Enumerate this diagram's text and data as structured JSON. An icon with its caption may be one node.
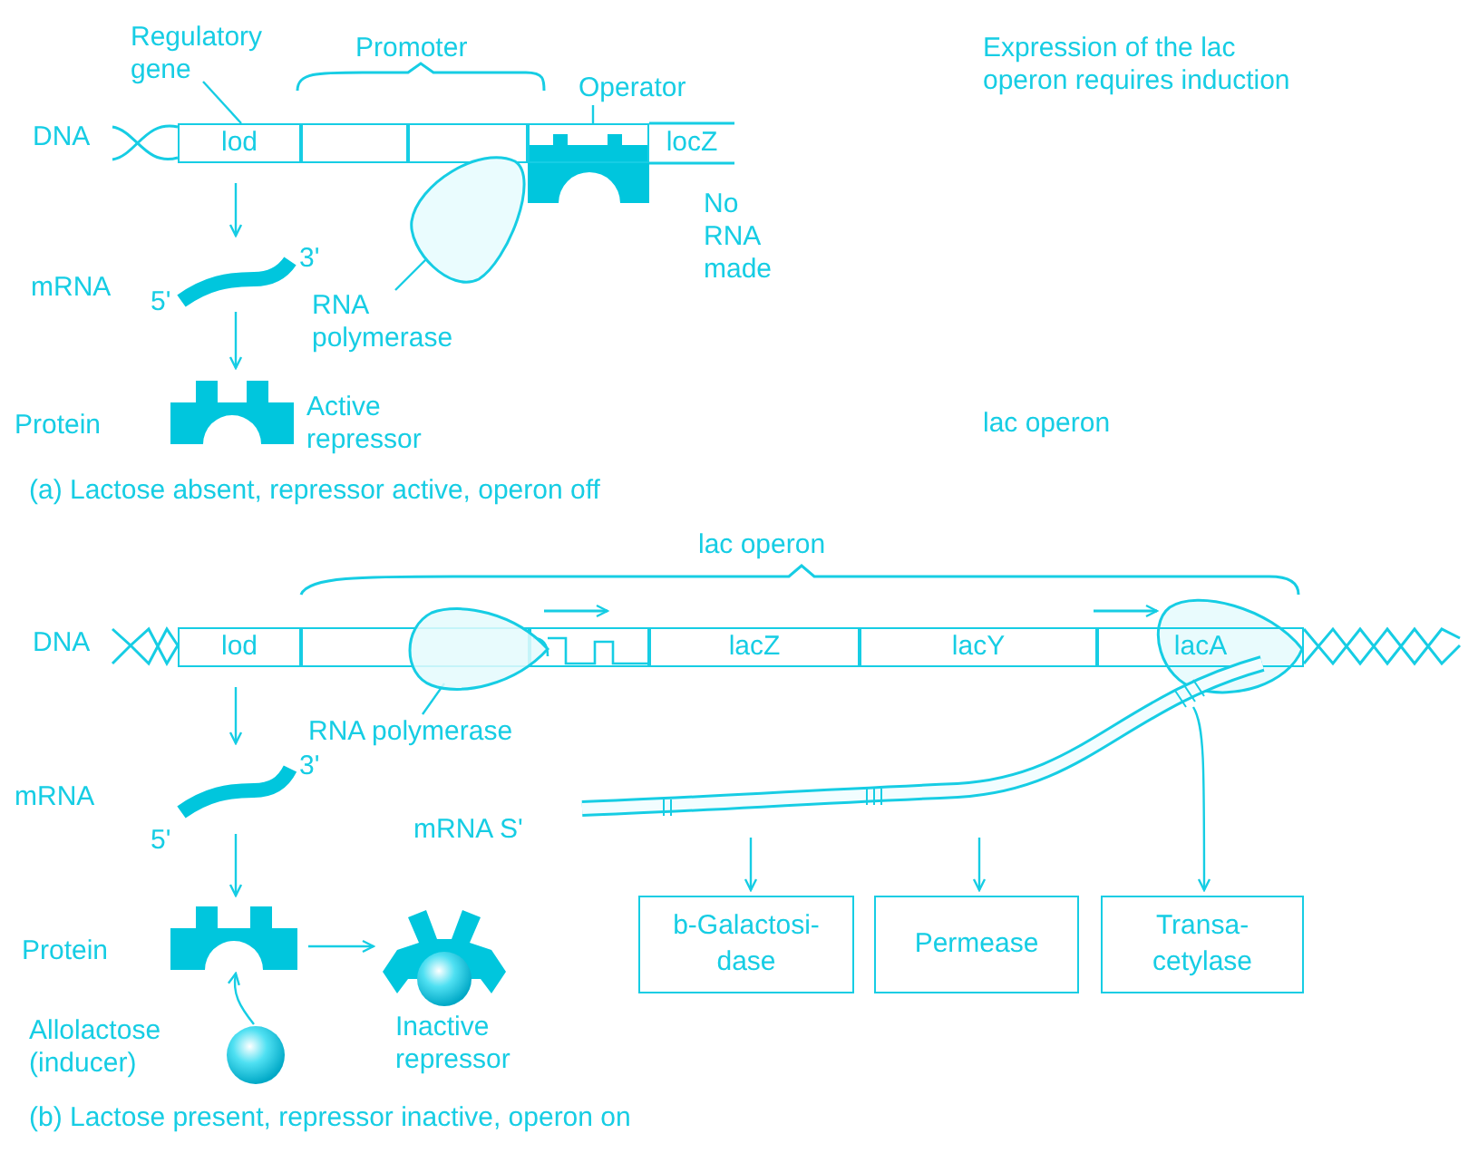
{
  "diagram": {
    "nodes": [
      {
        "text": [
          "lod"
        ]
      },
      {
        "text": [],
        "shape": "box"
      },
      {
        "text": [],
        "shape": "box"
      },
      {
        "text": [],
        "shape": "box"
      },
      {
        "text": [
          "locZ"
        ]
      },
      {
        "text": [
          "Regulatory gene"
        ]
      },
      {
        "text": [
          "Operator"
        ]
      },
      {
        "text": [],
        "shape": "picture"
      },
      {
        "text": [
          "RNA polymerase"
        ]
      },
      {
        "text": [],
        "shape": "bar",
        "beside": [
          "3'",
          "5'"
        ]
      },
      {
        "text": [],
        "shape": "picture",
        "beside": [
          "Active repressor"
        ]
      },
      {
        "text": [
          "lod"
        ]
      },
      {
        "text": [],
        "shape": "box"
      },
      {
        "text": [],
        "shape": "box"
      },
      {
        "text": [
          "lacZ"
        ]
      },
      {
        "text": [
          "lacY"
        ]
      },
      {
        "text": [
          "lacA"
        ]
      },
      {
        "text": [],
        "shape": "picture"
      },
      {
        "text": [
          "RNA polymerase"
        ]
      },
      {
        "text": [],
        "shape": "bar",
        "beside": [
          "3'",
          "5'"
        ]
      },
      {
        "text": [],
        "shape": "picture"
      },
      {
        "text": [],
        "shape": "circle",
        "beside": [
          "Allolactose (inducer)"
        ]
      },
      {
        "text": [],
        "shape": "picture",
        "beside": [
          "Inactive repressor"
        ]
      },
      {
        "text": [],
        "shape": "bar",
        "beside": [
          "mRNA S'"
        ]
      },
      {
        "text": [
          "b-Galactosi- dase"
        ]
      },
      {
        "text": [
          "Permease"
        ]
      },
      {
        "text": [
          "Transa- cetylase"
        ]
      }
    ],
    "edges": [
      {
        "from": 5,
        "to": 0,
        "arrow": "none"
      },
      {
        "from": 6,
        "to": 3,
        "arrow": "none"
      },
      {
        "from": 8,
        "to": 7,
        "arrow": "none"
      },
      {
        "from": 0,
        "to": 9,
        "arrow": "to"
      },
      {
        "from": 9,
        "to": 10,
        "arrow": "to"
      },
      {
        "from": 18,
        "to": 17,
        "arrow": "none"
      },
      {
        "from": 11,
        "to": 19,
        "arrow": "to"
      },
      {
        "from": 19,
        "to": 20,
        "arrow": "to"
      },
      {
        "from": 21,
        "to": 20,
        "arrow": "to"
      },
      {
        "from": 20,
        "to": 22,
        "arrow": "to"
      },
      {
        "from": 23,
        "to": 24,
        "arrow": "to"
      },
      {
        "from": 23,
        "to": 25,
        "arrow": "to"
      },
      {
        "from": 23,
        "to": 26,
        "arrow": "to"
      }
    ],
    "labels": [
      "Promoter",
      "Expression of the lac operon requires induction",
      "DNA",
      "No RNA made",
      "mRNA",
      "Protein",
      "lac operon",
      "(a) Lactose absent, repressor active, operon off",
      "lac operon",
      "DNA",
      "mRNA",
      "Protein",
      "(b) Lactose present, repressor inactive, operon on"
    ]
  }
}
